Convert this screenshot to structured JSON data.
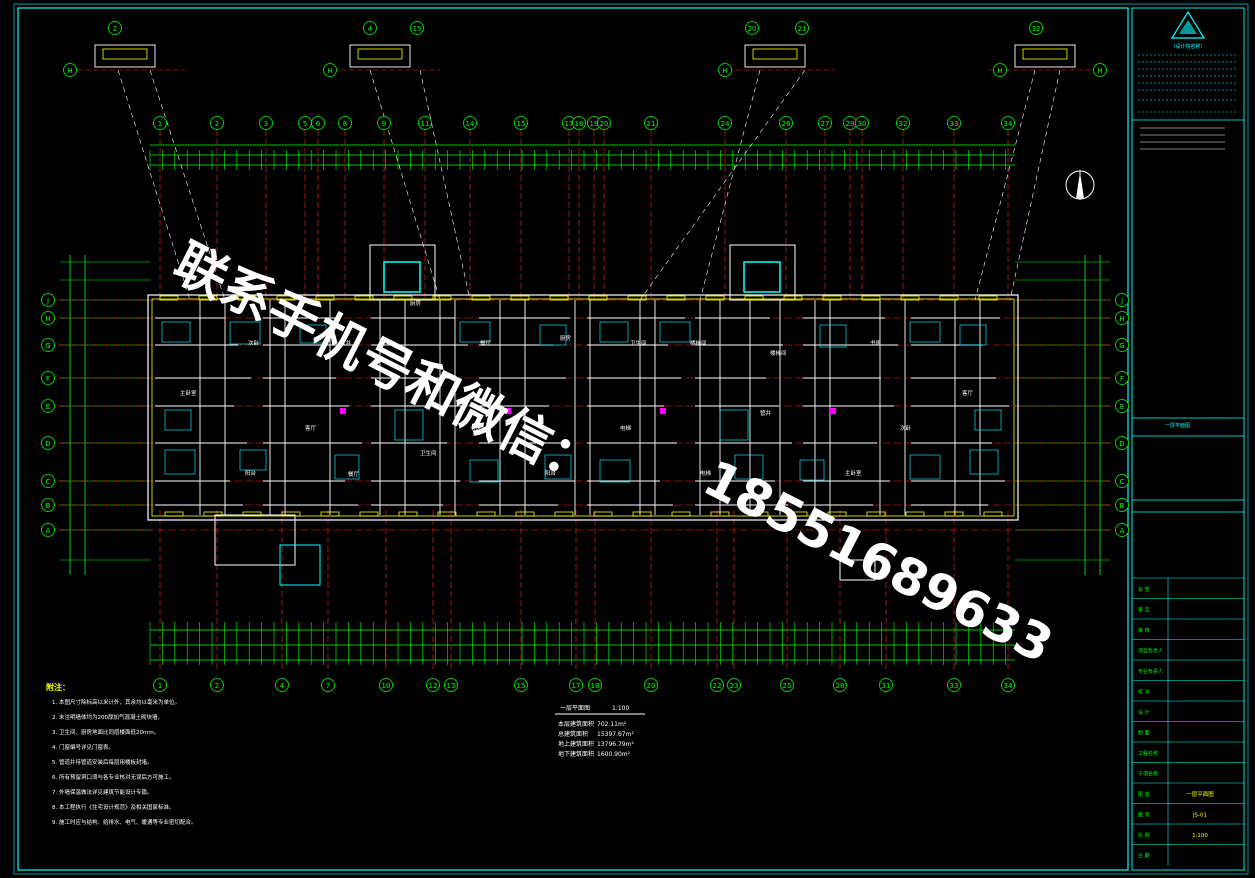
{
  "title_block": {
    "company": "（设计院名称）",
    "plan_title": "一层平面图",
    "scale": "1:100",
    "drawing_no": "JS-01",
    "labels": [
      "会 签",
      "审 定",
      "审 核",
      "项目负责人",
      "专业负责人",
      "校 对",
      "设 计",
      "制 图",
      "工程名称",
      "子项名称",
      "图 名",
      "图 号",
      "比 例",
      "日 期"
    ]
  },
  "area_table": {
    "title": "一层平面图",
    "scale": "1:100",
    "rows": [
      {
        "label": "本层建筑面积",
        "value": "702.11m²"
      },
      {
        "label": "总建筑面积",
        "value": "15397.67m²"
      },
      {
        "label": "地上建筑面积",
        "value": "13796.79m²"
      },
      {
        "label": "地下建筑面积",
        "value": "1600.90m²"
      }
    ]
  },
  "notes": {
    "heading": "附注：",
    "lines": [
      "1. 本图尺寸除标高以米计外，其余均以毫米为单位。",
      "2. 未注明墙体均为200厚加气混凝土砌块墙。",
      "3. 卫生间、厨房地面比同层楼面低20mm。",
      "4. 门窗编号详见门窗表。",
      "5. 管道井待管道安装后每层用楼板封堵。",
      "6. 所有预留洞口须与各专业核对无误后方可施工。",
      "7. 外墙保温做法详见建筑节能设计专篇。",
      "8. 本工程执行《住宅设计规范》及相关国家标准。",
      "9. 施工时应与结构、给排水、电气、暖通等专业密切配合。"
    ]
  },
  "grid": {
    "top_axes": [
      "1",
      "2",
      "3",
      "5",
      "6",
      "8",
      "9",
      "11",
      "14",
      "15",
      "17",
      "18",
      "19",
      "20",
      "21",
      "24",
      "26",
      "27",
      "29",
      "30",
      "32",
      "33",
      "34"
    ],
    "bottom_axes": [
      "1",
      "2",
      "4",
      "7",
      "10",
      "12",
      "13",
      "15",
      "17",
      "18",
      "20",
      "22",
      "23",
      "25",
      "28",
      "31",
      "33",
      "34"
    ],
    "row_axes": [
      "J",
      "H",
      "G",
      "F",
      "E",
      "D",
      "C",
      "B",
      "A"
    ],
    "roof_axes": [
      "2",
      "4",
      "15",
      "20",
      "21",
      "32",
      "H"
    ]
  },
  "rooms": [
    "主卧室",
    "次卧",
    "客厅",
    "餐厅",
    "厨房",
    "卫生间",
    "书房",
    "阳台",
    "电梯",
    "楼梯间",
    "管井"
  ],
  "watermark": {
    "line1": "联系手机号和微信：",
    "line2": "18551689633"
  },
  "colors": {
    "background": "#000000",
    "axis": "#ff2020",
    "dimension": "#00ff00",
    "wall": "#ffffff",
    "border": "#00ffff",
    "furniture": "#00e5ff",
    "window": "#ffff00",
    "accent": "#ff00ff"
  }
}
